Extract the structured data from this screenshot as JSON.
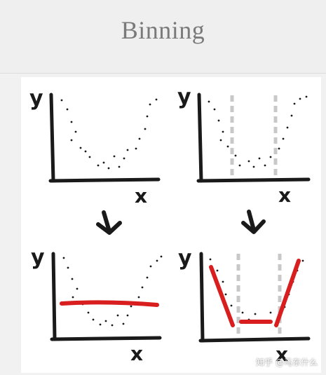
{
  "title": "Binning",
  "axis_labels": {
    "y": "y",
    "x": "x"
  },
  "watermark": "知乎 @马东什么",
  "colors": {
    "ink": "#1a1a1a",
    "fit_line": "#d81e1e",
    "bin_divider": "#c8c8c8"
  },
  "panels": [
    {
      "id": "raw-scatter",
      "has_bins": false,
      "fit": "none"
    },
    {
      "id": "binned-scatter",
      "has_bins": true,
      "fit": "none"
    },
    {
      "id": "global-constant-fit",
      "has_bins": false,
      "fit": "flat"
    },
    {
      "id": "piecewise-binned-fit",
      "has_bins": true,
      "fit": "piecewise"
    }
  ]
}
